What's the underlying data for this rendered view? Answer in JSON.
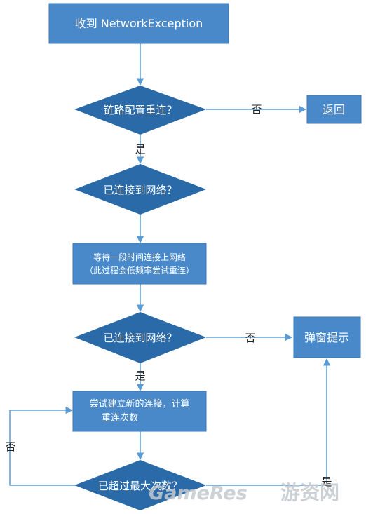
{
  "colors": {
    "node_fill": "#4a89c9",
    "node_stroke": "#3c78b5",
    "diamond_fill": "#2a6aa8",
    "edge": "#5b9bd5",
    "watermark": "#c4c9ce"
  },
  "nodes": {
    "start": "收到 NetworkException",
    "check_reconnect_config": "链路配置重连？",
    "return": "返回",
    "check_connected_1": "已连接到网络？",
    "wait_line1": "等待一段时间连接上网络",
    "wait_line2": "（此过程会低频率尝试重连）",
    "check_connected_2": "已连接到网络？",
    "popup": "弹窗提示",
    "try_line1": "尝试建立新的连接，计算",
    "try_line2": "重连次数",
    "check_max": "已超过最大次数？"
  },
  "edges": {
    "config_no": "否",
    "config_yes": "是",
    "connected2_no": "否",
    "connected2_yes": "是",
    "max_no": "否",
    "max_yes": "是"
  },
  "watermark": {
    "latin": "GameRes",
    "cn": "游资网"
  }
}
